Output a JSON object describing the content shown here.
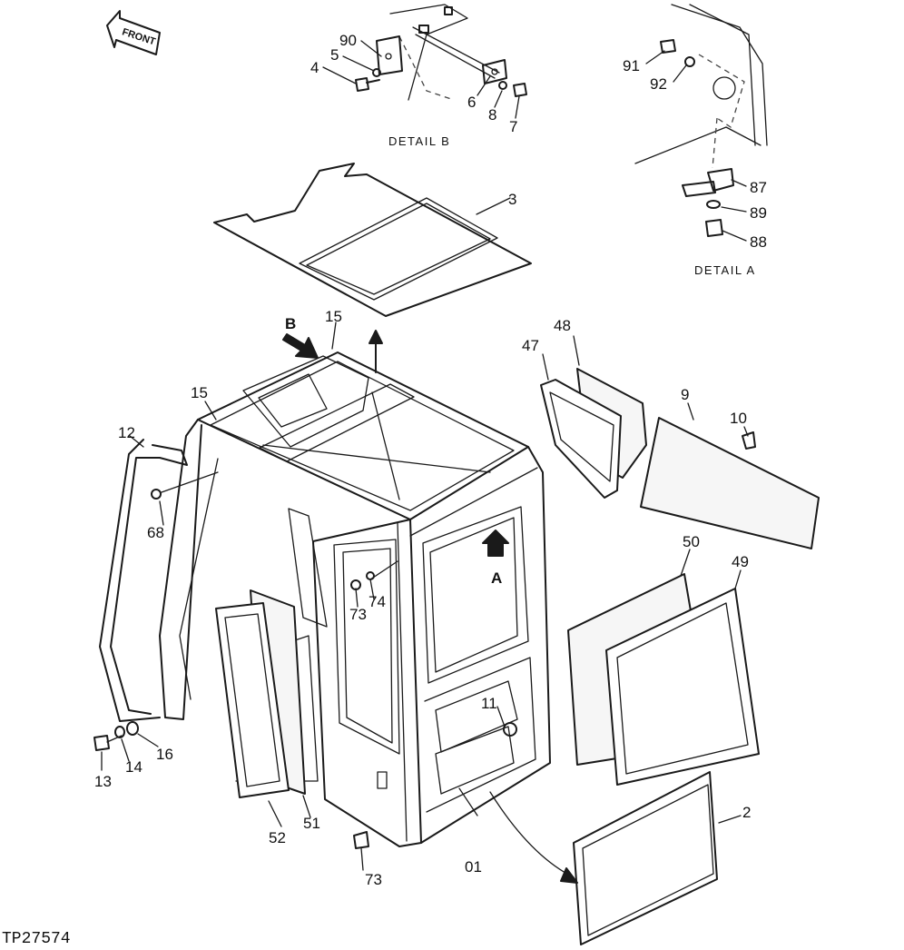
{
  "front_label": "FRONT",
  "detail_b": {
    "title": "DETAIL B",
    "callouts": [
      "90",
      "5",
      "4",
      "6",
      "8",
      "7"
    ]
  },
  "detail_a": {
    "title": "DETAIL A",
    "callouts": [
      "91",
      "92",
      "87",
      "89",
      "88"
    ]
  },
  "view_arrows": {
    "a": "A",
    "b": "B"
  },
  "callouts": {
    "c3": "3",
    "c15a": "15",
    "c15b": "15",
    "c12": "12",
    "c68": "68",
    "c47": "47",
    "c48": "48",
    "c9": "9",
    "c10": "10",
    "c50": "50",
    "c49": "49",
    "c73a": "73",
    "c74": "74",
    "c11": "11",
    "c2": "2",
    "c01": "01",
    "c73b": "73",
    "c51": "51",
    "c52": "52",
    "c13": "13",
    "c14": "14",
    "c16": "16"
  },
  "ref_code": "TP27574"
}
